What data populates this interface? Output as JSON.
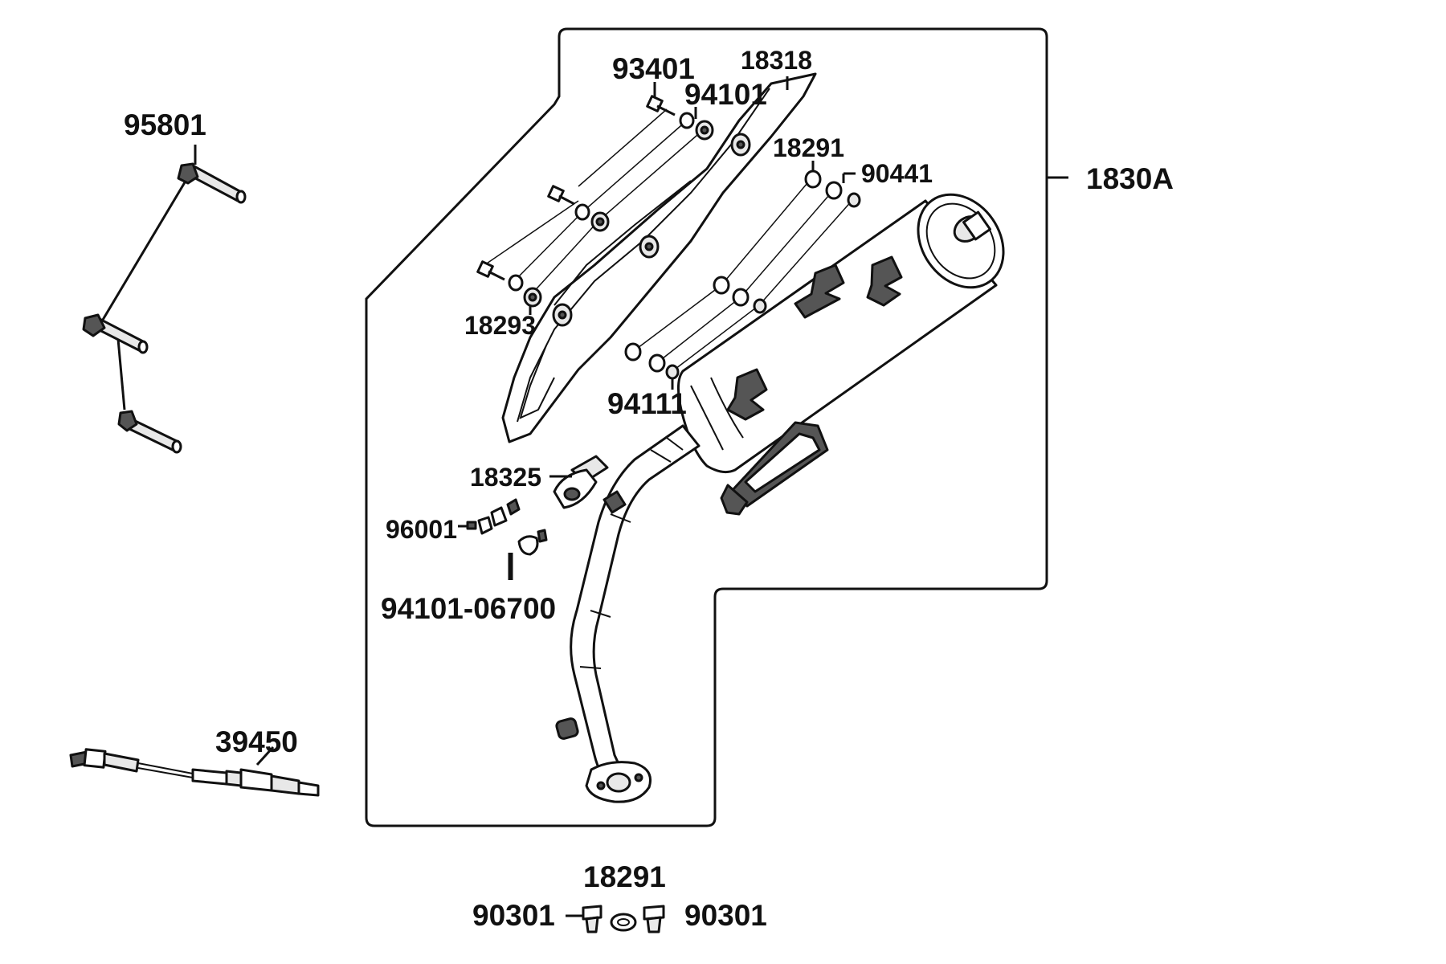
{
  "labels": {
    "p93401": "93401",
    "p18318": "18318",
    "p94101": "94101",
    "p95801": "95801",
    "p18291_top": "18291",
    "p90441": "90441",
    "p1830A": "1830A",
    "p18293": "18293",
    "p94111": "94111",
    "p18325": "18325",
    "p96001": "96001",
    "p94101_06700": "94101-06700",
    "p39450": "39450",
    "p18291_bottom": "18291",
    "p90301_left": "90301",
    "p90301_right": "90301"
  }
}
